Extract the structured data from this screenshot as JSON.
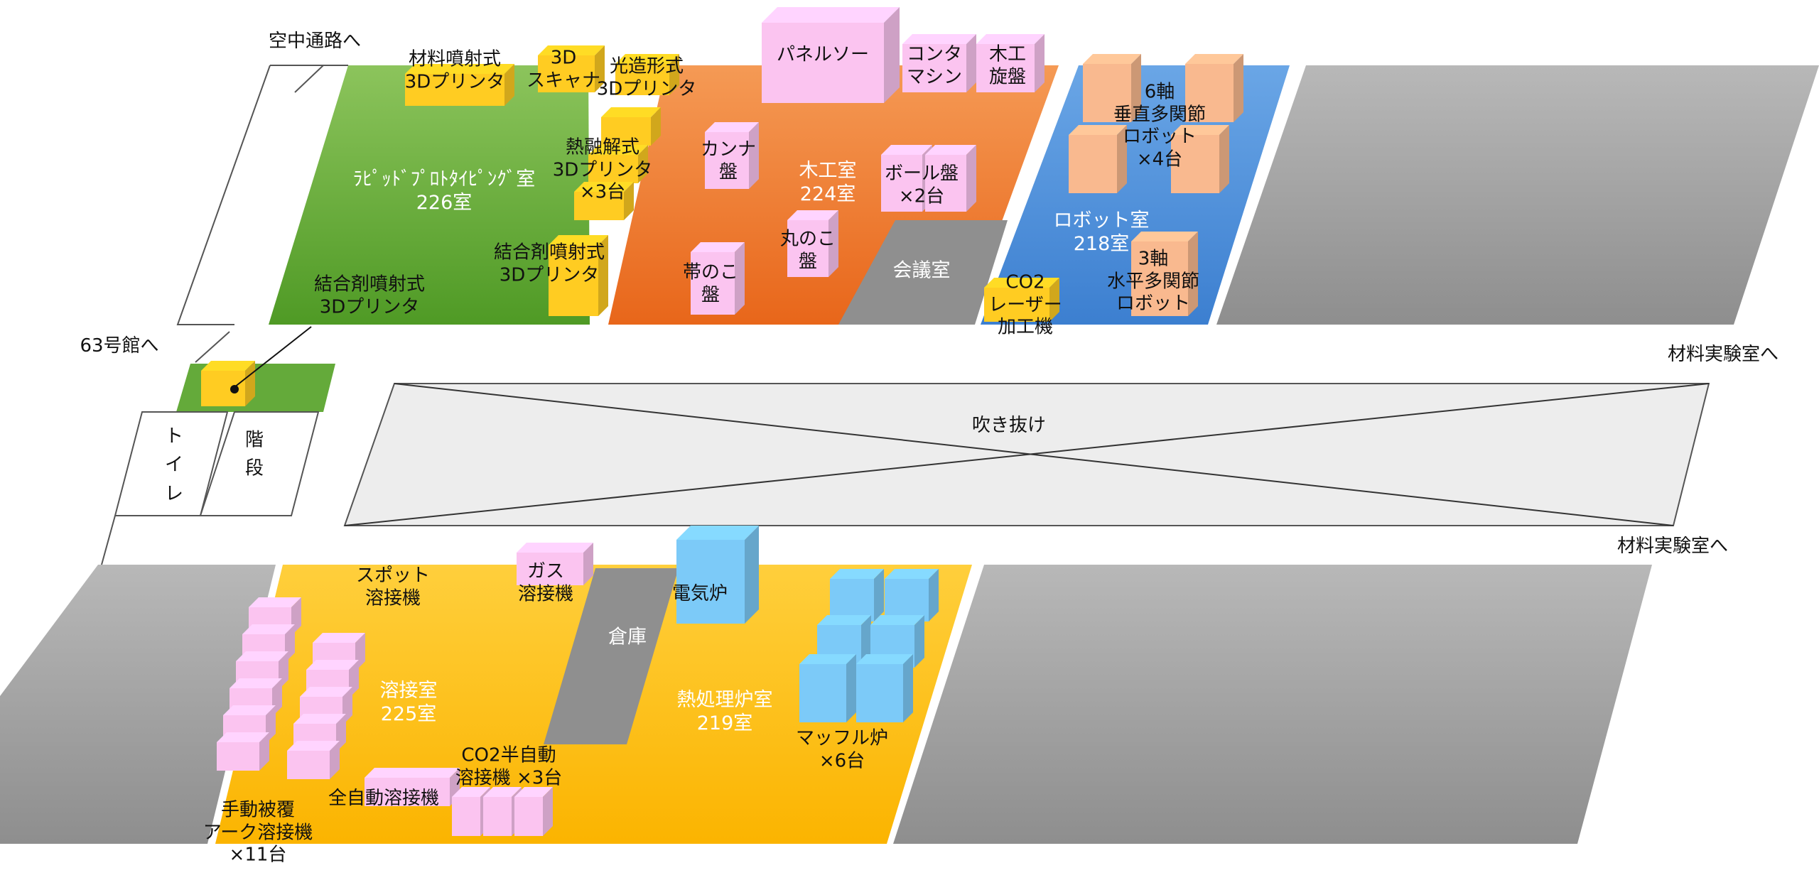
{
  "colors": {
    "green": "#6aad3d",
    "orange": "#ef7a2e",
    "blue": "#4f8fd8",
    "yellow_floor": "#ffc21a",
    "gray": "#9c9c9c",
    "pink": "#fbc4f0",
    "peach": "#f9b98f",
    "light_blue": "#7ccaf8",
    "gold": "#ffcc22"
  },
  "nav": {
    "skyway": "空中通路へ",
    "building63": "63号館へ",
    "materials_lab_top": "材料実験室へ",
    "materials_lab_bottom": "材料実験室へ"
  },
  "rooms": {
    "r226": "ﾗﾋﾟｯﾄﾞﾌﾟﾛﾄﾀｲﾋﾟﾝｸﾞ室\n226室",
    "r224": "木工室\n224室",
    "r218": "ロボット室\n218室",
    "meeting": "会議室",
    "atrium": "吹き抜け",
    "toilet": "ト\nイ\nレ",
    "stairs": "階\n段",
    "warehouse": "倉庫",
    "r225": "溶接室\n225室",
    "r219": "熱処理炉室\n219室"
  },
  "equipment": {
    "material_jet": "材料噴射式\n3Dプリンタ",
    "scanner3d": "3D\nスキャナ",
    "stereolitho": "光造形式\n3Dプリンタ",
    "fdm": "熱融解式\n3Dプリンタ\n×3台",
    "binder_jet_a": "結合剤噴射式\n3Dプリンタ",
    "binder_jet_b": "結合剤噴射式\n3Dプリンタ",
    "panel_saw": "パネルソー",
    "contour": "コンタ\nマシン",
    "lathe": "木工\n旋盤",
    "planer": "カンナ\n盤",
    "drill": "ボール盤\n×2台",
    "circular_saw": "丸のこ\n盤",
    "band_saw": "帯のこ\n盤",
    "co2_laser": "CO2\nレーザー\n加工機",
    "robot6": "6軸\n垂直多関節\nロボット\n×4台",
    "robot3": "3軸\n水平多関節\nロボット",
    "spot_welder": "スポット\n溶接機",
    "gas_welder": "ガス\n溶接機",
    "electric_furnace": "電気炉",
    "muffle": "マッフル炉\n×6台",
    "manual_arc": "手動被覆\nアーク溶接機\n×11台",
    "auto_welder": "全自動溶接機",
    "co2_semi": "CO2半自動\n溶接機 ×3台"
  }
}
